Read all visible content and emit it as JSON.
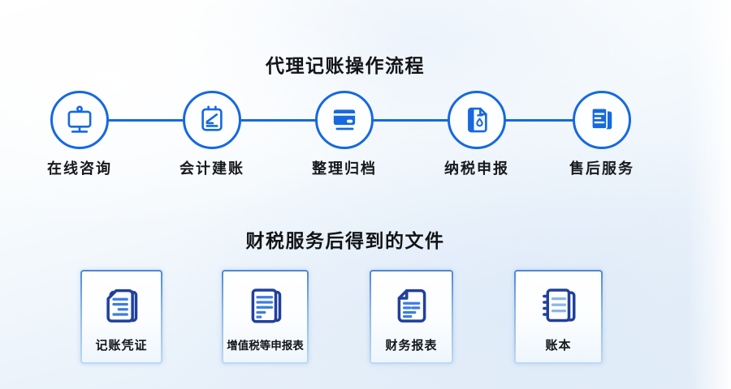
{
  "colors": {
    "primary_blue": "#1669e0",
    "navy": "#21409c",
    "doc_line_blue": "#3e7ce0",
    "doc_line_light": "#8ab6ea",
    "title_text": "#121417",
    "card_border_top": "#4e86d6",
    "card_border_bottom": "#bcd9f5",
    "background_bottom": "#e2edf8"
  },
  "process": {
    "title": "代理记账操作流程",
    "steps": [
      {
        "label": "在线咨询",
        "icon": "monitor-consult-icon"
      },
      {
        "label": "会计建账",
        "icon": "clipboard-pen-icon"
      },
      {
        "label": "整理归档",
        "icon": "wallet-archive-icon"
      },
      {
        "label": "纳税申报",
        "icon": "tax-document-icon"
      },
      {
        "label": "售后服务",
        "icon": "stacked-documents-icon"
      }
    ]
  },
  "documents": {
    "title": "财税服务后得到的文件",
    "items": [
      {
        "label": "记账凭证",
        "icon": "voucher-document-icon"
      },
      {
        "label": "增值税等申报表",
        "icon": "vat-return-form-icon"
      },
      {
        "label": "财务报表",
        "icon": "financial-report-icon"
      },
      {
        "label": "账本",
        "icon": "ledger-book-icon"
      }
    ]
  }
}
